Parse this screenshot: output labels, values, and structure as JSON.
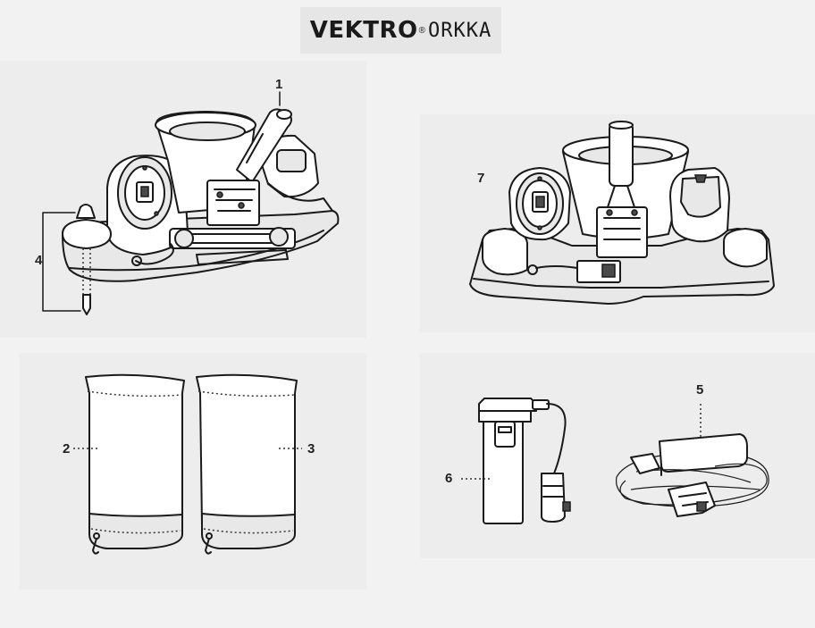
{
  "header": {
    "brand": "VEKTRO",
    "registered": "®",
    "model": "ORKKA"
  },
  "callouts": {
    "c1": "1",
    "c2": "2",
    "c3": "3",
    "c4": "4",
    "c5": "5",
    "c6": "6",
    "c7": "7"
  }
}
